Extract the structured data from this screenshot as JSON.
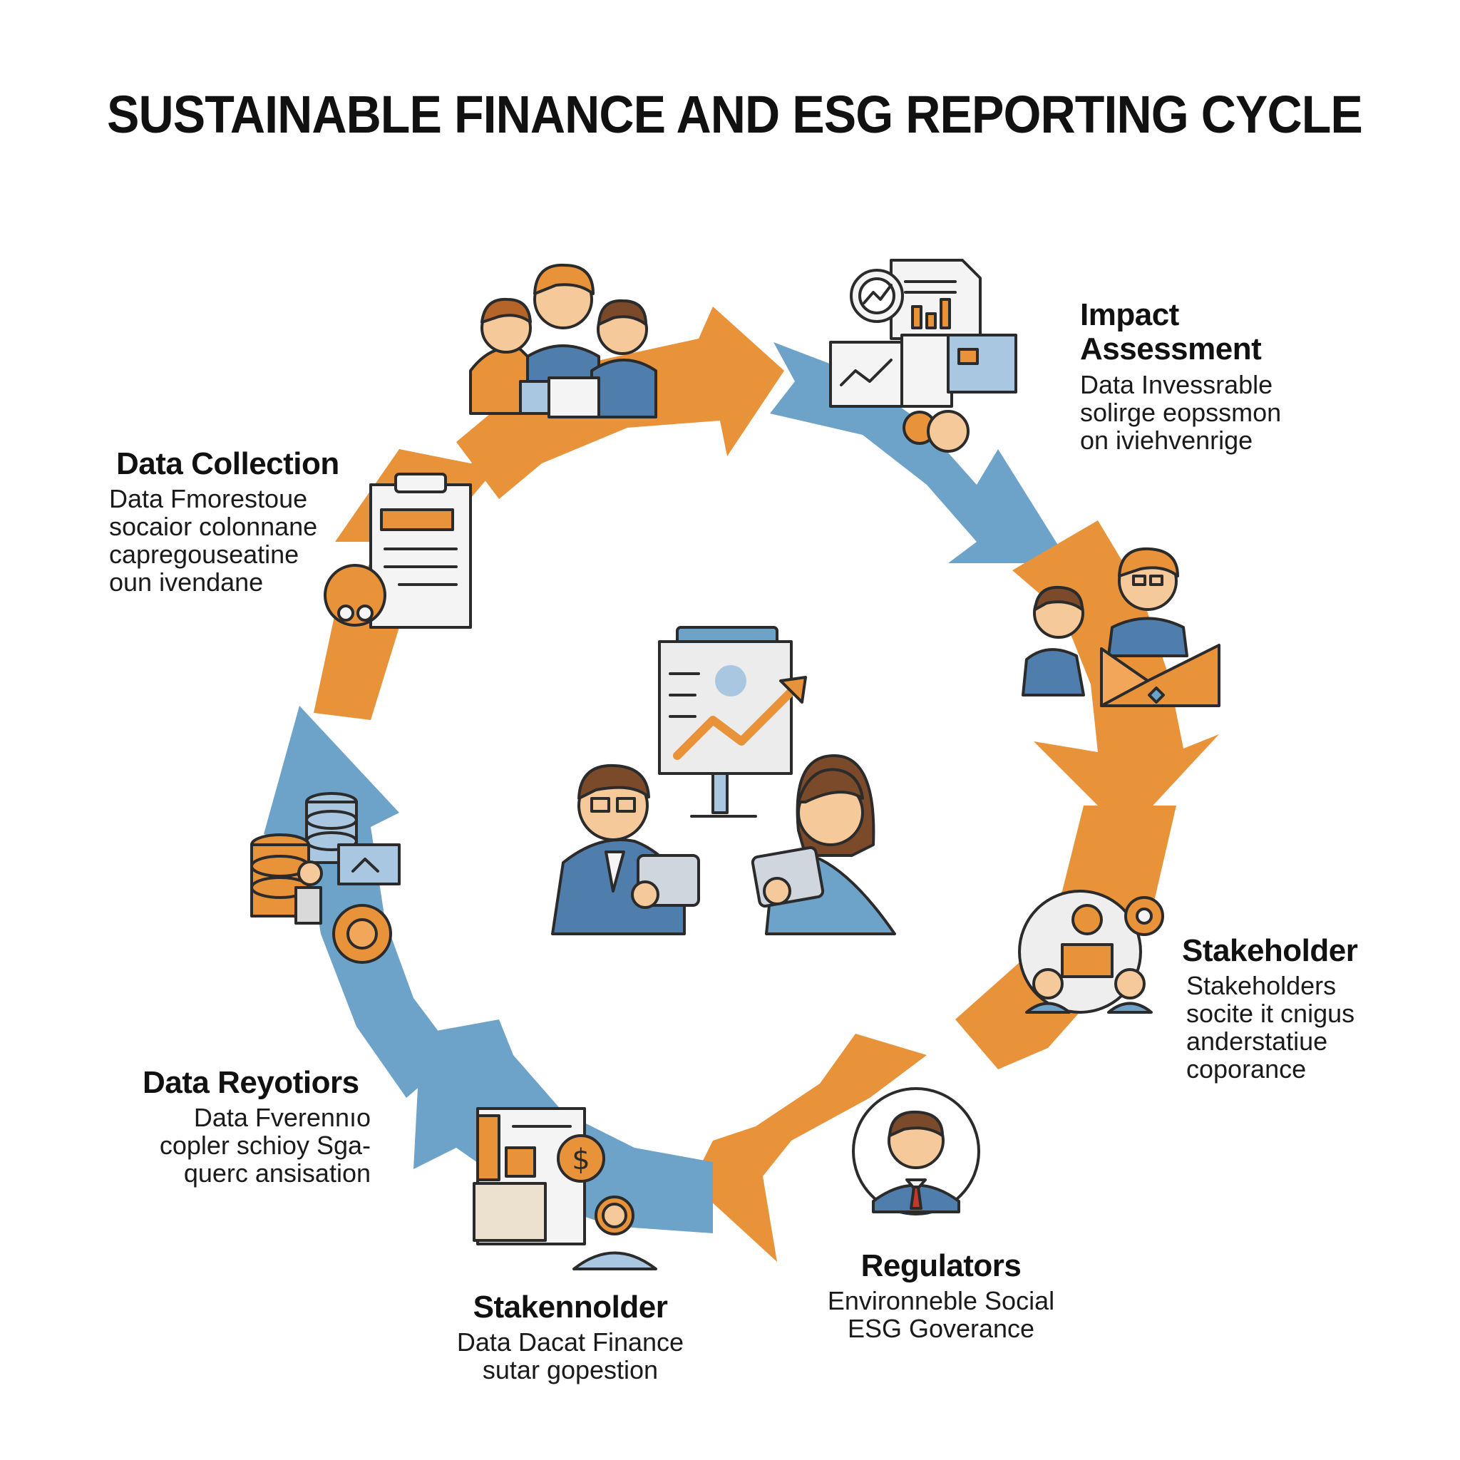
{
  "title": "SUSTAINABLE FINANCE AND ESG REPORTING CYCLE",
  "colors": {
    "orange": "#e8923a",
    "blue": "#6ea3c9",
    "outline": "#2b2b2b",
    "skin": "#f6c99b",
    "suit": "#4f7eac"
  },
  "stages": [
    {
      "id": "data-collection",
      "title": "Data Collection",
      "lines": [
        "Data Fmorestoue",
        "socaior colonnane",
        "capregouseatine",
        "oun ivendane"
      ]
    },
    {
      "id": "impact-assessment",
      "title": "Impact Assessment",
      "title_lines": [
        "Impact",
        "Assessment"
      ],
      "lines": [
        "Data Invessrable",
        "solirge eopssmon",
        "on iviehvenrige"
      ]
    },
    {
      "id": "stakeholder-right",
      "title": "Stakeholder",
      "lines": [
        "Stakeholders",
        "socite it cnigus",
        "anderstatiue",
        "coporance"
      ]
    },
    {
      "id": "regulators",
      "title": "Regulators",
      "lines": [
        "Environneble Social",
        "ESG Goverance"
      ]
    },
    {
      "id": "stakeholder-bottom",
      "title": "Stakennolder",
      "lines": [
        "Data Dacat Finance",
        "sutar gopestion"
      ]
    },
    {
      "id": "data-reyotiors",
      "title": "Data Reyotiors",
      "lines": [
        "Data Fverennıo",
        "copler schioy Sga-",
        "querc ansisation"
      ]
    }
  ],
  "icons": {
    "team": "team-icon",
    "charts": "report-charts-icon",
    "reviewers": "reviewers-icon",
    "stakeholder_group": "stakeholder-group-icon",
    "regulator": "regulator-icon",
    "finance_report": "finance-report-icon",
    "database_coins": "database-coins-icon",
    "clipboard": "clipboard-icon",
    "center": "presentation-icon"
  }
}
